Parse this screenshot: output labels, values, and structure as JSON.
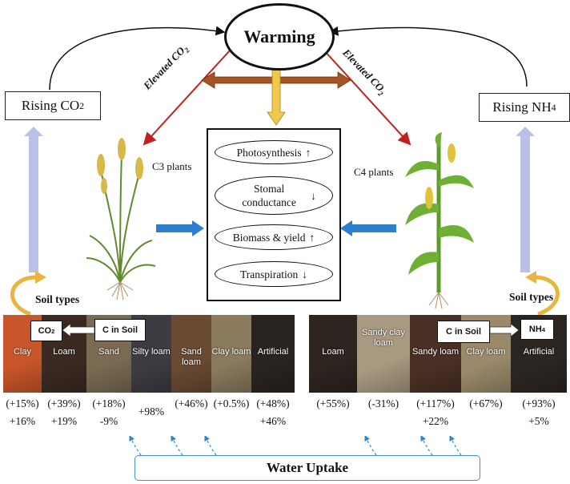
{
  "warming": "Warming",
  "rising_co2": {
    "prefix": "Rising CO",
    "sub": "2"
  },
  "rising_nh4": {
    "prefix": "Rising NH",
    "sub": "4"
  },
  "elevated_left": {
    "prefix": "Elevated CO",
    "sub": "2"
  },
  "elevated_right": {
    "prefix": "Elevated CO",
    "sub": "2"
  },
  "c3_label": "C3 plants",
  "c4_label": "C4 plants",
  "effects": [
    {
      "text": "Photosynthesis",
      "arrow": "↑"
    },
    {
      "text": "Stomal conductance",
      "arrow": "↓"
    },
    {
      "text": "Biomass & yield",
      "arrow": "↑"
    },
    {
      "text": "Transpiration",
      "arrow": "↓"
    }
  ],
  "soil_types_label": "Soil types",
  "left_tags": {
    "co2": {
      "prefix": "CO",
      "sub": "2"
    },
    "c_in_soil": "C in Soil"
  },
  "right_tags": {
    "c_in_soil": "C in Soil",
    "nh4": {
      "prefix": "NH",
      "sub": "4"
    }
  },
  "left_soils": [
    {
      "name": "Clay",
      "color": "#c8562a",
      "top": "(+15%)",
      "bottom": "+16%"
    },
    {
      "name": "Loam",
      "color": "#3a2a22",
      "top": "(+39%)",
      "bottom": "+19%"
    },
    {
      "name": "Sand",
      "color": "#7a6a52",
      "top": "(+18%)",
      "bottom": "-9%"
    },
    {
      "name": "Silty loam",
      "color": "#3c3c42",
      "top": "+98%",
      "bottom": ""
    },
    {
      "name": "Sand loam",
      "color": "#6a4a32",
      "top": "(+46%)",
      "bottom": ""
    },
    {
      "name": "Clay loam",
      "color": "#8a7a5e",
      "top": "(+0.5%)",
      "bottom": ""
    },
    {
      "name": "Artificial",
      "color": "#2a2420",
      "top": "(+48%)",
      "bottom": "+46%"
    }
  ],
  "right_soils": [
    {
      "name": "Loam",
      "color": "#2e2420",
      "top": "(+55%)",
      "bottom": ""
    },
    {
      "name": "Sandy clay loam",
      "color": "#a89a80",
      "top": "(-31%)",
      "bottom": ""
    },
    {
      "name": "Sandy loam",
      "color": "#4a3024",
      "top": "(+117%)",
      "bottom": "+22%"
    },
    {
      "name": "Clay loam",
      "color": "#9a8a6a",
      "top": "(+67%)",
      "bottom": ""
    },
    {
      "name": "Artificial",
      "color": "#2c2622",
      "top": "(+93%)",
      "bottom": "+5%"
    }
  ],
  "water_uptake": "Water Uptake"
}
